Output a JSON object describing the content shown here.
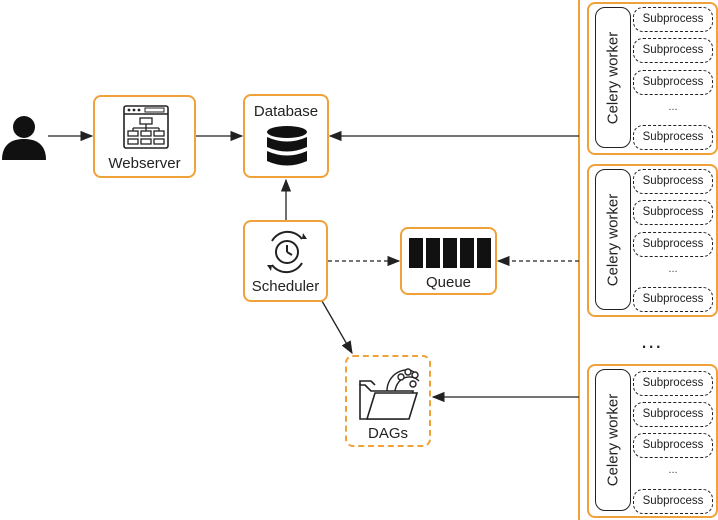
{
  "nodes": {
    "webserver": "Webserver",
    "database": "Database",
    "scheduler": "Scheduler",
    "queue": "Queue",
    "dags": "DAGs"
  },
  "workers": [
    {
      "label": "Celery worker",
      "subprocesses": [
        "Subprocess",
        "Subprocess",
        "Subprocess",
        "...",
        "Subprocess"
      ]
    },
    {
      "label": "Celery worker",
      "subprocesses": [
        "Subprocess",
        "Subprocess",
        "Subprocess",
        "...",
        "Subprocess"
      ]
    },
    {
      "label": "Celery worker",
      "subprocesses": [
        "Subprocess",
        "Subprocess",
        "Subprocess",
        "...",
        "Subprocess"
      ]
    }
  ],
  "more_workers": "...",
  "colors": {
    "accent": "#f0a23a",
    "ink": "#222222"
  }
}
